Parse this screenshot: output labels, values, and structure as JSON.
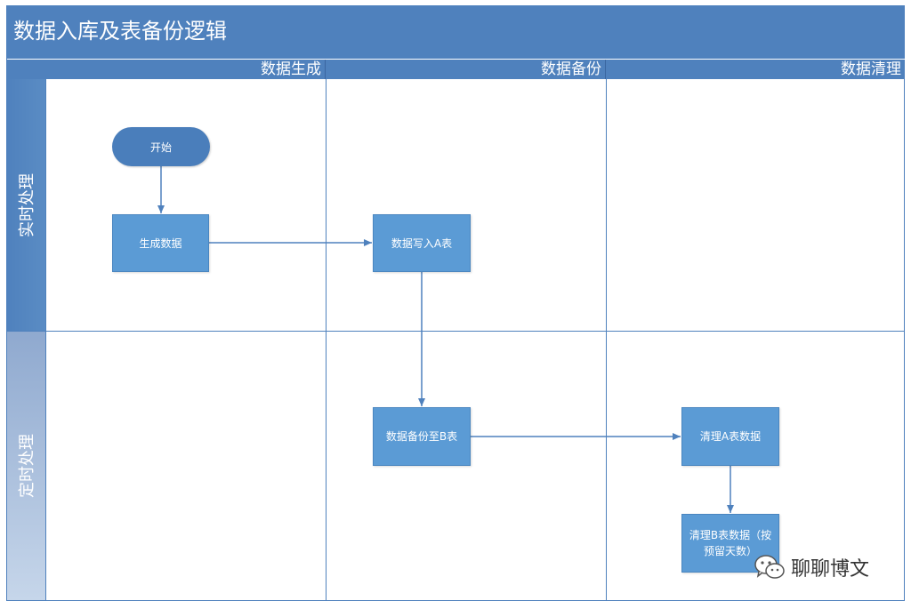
{
  "title": "数据入库及表备份逻辑",
  "columns": [
    "数据生成",
    "数据备份",
    "数据清理"
  ],
  "lanes": [
    "实时处理",
    "定时处理"
  ],
  "nodes": {
    "start": "开始",
    "generate": "生成数据",
    "write_a": "数据写入A表",
    "backup_b": "数据备份至B表",
    "clean_a": "清理A表数据",
    "clean_b": "清理B表数据（按预留天数）"
  },
  "watermark": {
    "text": "聊聊博文",
    "icon": "wechat-icon"
  },
  "colors": {
    "header": "#4f81bd",
    "box": "#5b9bd5",
    "terminator": "#4a7ebb",
    "connector": "#4f81bd"
  }
}
